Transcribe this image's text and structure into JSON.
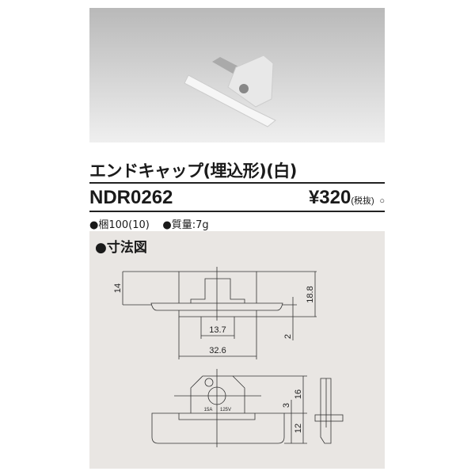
{
  "product": {
    "title": "エンドキャップ(埋込形)(白)",
    "model": "NDR0262",
    "price": "¥320",
    "price_note": "(税抜)",
    "price_mark": "○",
    "packing": "●梱100(10)",
    "weight": "●質量:7g"
  },
  "drawing": {
    "section_title": "●寸法図",
    "dims": {
      "d14": "14",
      "d18_8": "18.8",
      "d2": "2",
      "d13_7": "13.7",
      "d32_6": "32.6",
      "d16": "16",
      "d3": "3",
      "d12": "12"
    },
    "rating": {
      "amp": "15A",
      "volt": "125V"
    }
  }
}
